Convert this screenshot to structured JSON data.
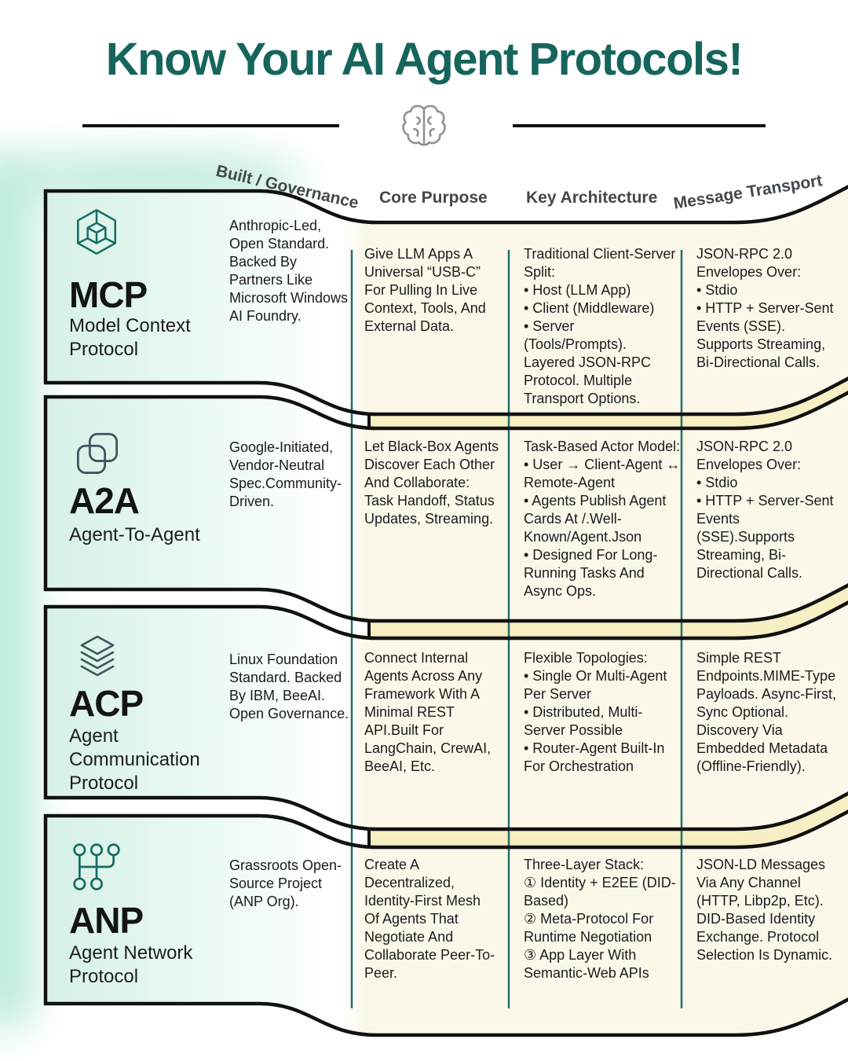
{
  "title": "Know Your AI Agent Protocols!",
  "colors": {
    "title_teal": "#16655c",
    "mint_fill": "#d6f1e6",
    "cream_fill": "#fbf8e9",
    "ribbon_yellow": "#f6efc3",
    "separator_teal": "#216f6b",
    "line_black": "#111111",
    "header_gray": "#42484d"
  },
  "columns": {
    "governance": "Built / Governance",
    "core": "Core Purpose",
    "architecture": "Key Architecture",
    "transport": "Message Transport"
  },
  "rows": [
    {
      "abbr": "MCP",
      "name": "Model Context Protocol",
      "icon": "mcp-cube-icon",
      "governance": "Anthropic-Led, Open Standard. Backed By Partners Like Microsoft Windows AI Foundry.",
      "core": "Give LLM Apps A Universal “USB-C” For Pulling In Live Context, Tools, And External Data.",
      "architecture": "Traditional Client-Server Split:\n• Host (LLM App)\n• Client (Middleware)\n• Server (Tools/Prompts). Layered JSON-RPC Protocol. Multiple Transport Options.",
      "transport": "JSON-RPC 2.0 Envelopes Over:\n• Stdio\n• HTTP + Server-Sent Events (SSE). Supports Streaming, Bi-Directional Calls."
    },
    {
      "abbr": "A2A",
      "name": "Agent-To-Agent",
      "icon": "overlapping-squares-icon",
      "governance": "Google-Initiated, Vendor-Neutral Spec.Community-Driven.",
      "core": "Let Black-Box Agents Discover Each Other And Collaborate: Task Handoff, Status Updates, Streaming.",
      "architecture": "Task-Based Actor Model:\n• User → Client-Agent ↔ Remote-Agent\n• Agents Publish Agent Cards At /.Well-Known/Agent.Json\n• Designed For Long-Running Tasks And Async Ops.",
      "transport": "JSON-RPC 2.0 Envelopes Over:\n• Stdio\n• HTTP + Server-Sent Events (SSE).Supports Streaming, Bi-Directional Calls."
    },
    {
      "abbr": "ACP",
      "name": "Agent Communication Protocol",
      "icon": "layers-stack-icon",
      "governance": "Linux Foundation Standard. Backed By IBM, BeeAI. Open Governance.",
      "core": "Connect Internal Agents Across Any Framework With A Minimal REST API.Built For LangChain, CrewAI, BeeAI, Etc.",
      "architecture": "Flexible Topologies:\n• Single Or Multi-Agent Per Server\n• Distributed, Multi-Server Possible\n• Router-Agent Built-In For Orchestration",
      "transport": "Simple REST Endpoints.MIME-Type Payloads. Async-First, Sync Optional. Discovery Via Embedded Metadata (Offline-Friendly)."
    },
    {
      "abbr": "ANP",
      "name": "Agent Network Protocol",
      "icon": "network-nodes-icon",
      "governance": "Grassroots Open-Source Project (ANP Org).",
      "core": "Create A Decentralized, Identity-First Mesh Of Agents That Negotiate And Collaborate Peer-To-Peer.",
      "architecture": "Three-Layer Stack:\n① Identity + E2EE (DID-Based)\n② Meta-Protocol For Runtime Negotiation\n③ App Layer With Semantic-Web APIs",
      "transport": "JSON-LD Messages Via Any Channel (HTTP, Libp2p, Etc). DID-Based Identity Exchange. Protocol Selection Is Dynamic."
    }
  ]
}
